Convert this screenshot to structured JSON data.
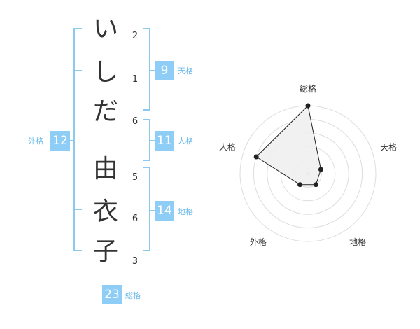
{
  "colors": {
    "bracket": "#8cc9ef",
    "badge_bg": "#8dcdf6",
    "badge_text": "#ffffff",
    "label": "#6cbbe9",
    "char": "#333333",
    "radar_stroke": "#222222",
    "radar_fill": "#f0f0f0",
    "grid": "#dddddd"
  },
  "name": {
    "surname": [
      {
        "char": "い",
        "strokes": "2"
      },
      {
        "char": "し",
        "strokes": "1"
      },
      {
        "char": "だ",
        "strokes": "6"
      }
    ],
    "given": [
      {
        "char": "由",
        "strokes": "5"
      },
      {
        "char": "衣",
        "strokes": "6"
      },
      {
        "char": "子",
        "strokes": "3"
      }
    ]
  },
  "fortune": {
    "tenkaku": {
      "value": "9",
      "label": "天格"
    },
    "jinkaku": {
      "value": "11",
      "label": "人格"
    },
    "chikaku": {
      "value": "14",
      "label": "地格"
    },
    "gaikaku": {
      "value": "12",
      "label": "外格"
    },
    "soukaku": {
      "value": "23",
      "label": "総格"
    }
  },
  "chart_data": {
    "type": "radar",
    "axes": [
      "総格",
      "天格",
      "地格",
      "外格",
      "人格"
    ],
    "values": [
      5,
      1,
      1,
      1,
      4
    ],
    "range": [
      0,
      5
    ],
    "rings": 5,
    "grid": true
  }
}
